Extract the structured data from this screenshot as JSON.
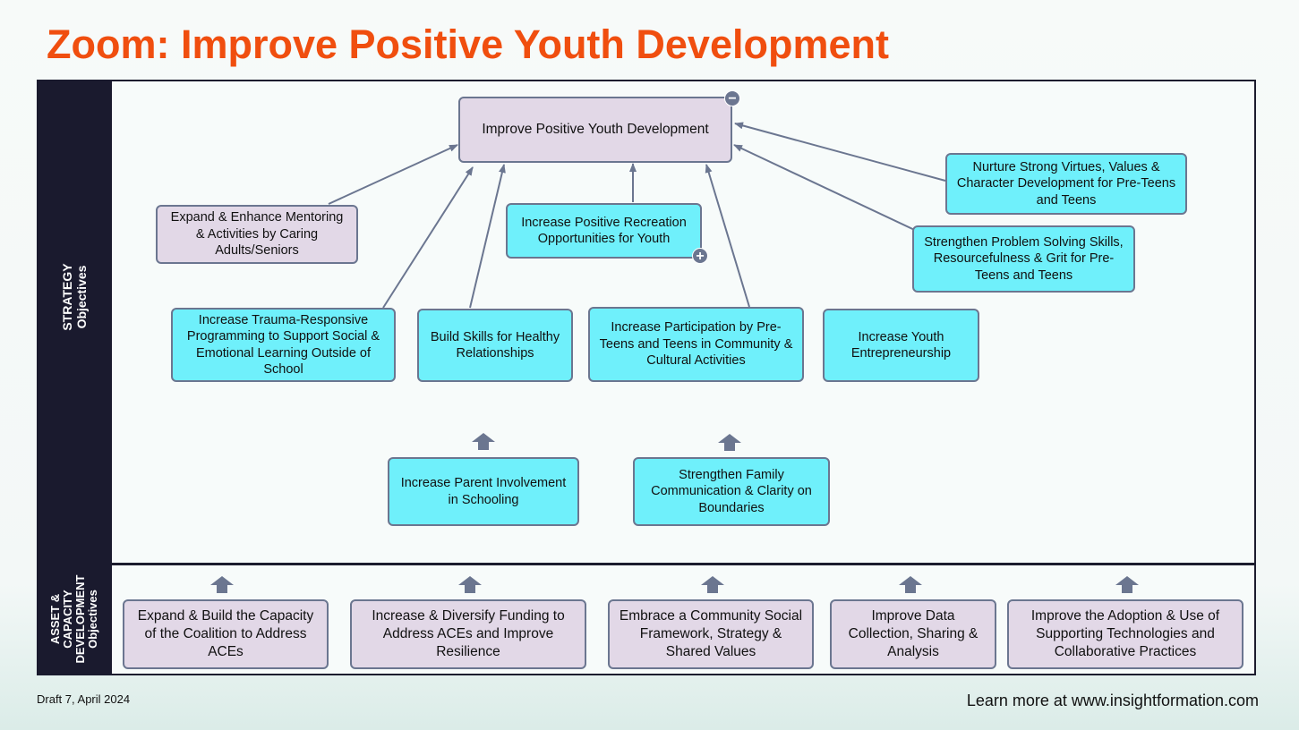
{
  "title": "Zoom: Improve Positive Youth Development",
  "sidebar": {
    "strategy_line1": "STRATEGY",
    "strategy_line2": "Objectives",
    "asset_line1": "ASSET &",
    "asset_line2": "CAPACITY",
    "asset_line3": "DEVELOPMENT",
    "asset_line4": "Objectives"
  },
  "strategy": {
    "root": "Improve Positive Youth Development",
    "mentoring": "Expand & Enhance Mentoring & Activities by Caring Adults/Seniors",
    "recreation": "Increase Positive Recreation Opportunities for Youth",
    "virtues": "Nurture Strong Virtues, Values & Character Development for Pre-Teens and Teens",
    "problem_solving": "Strengthen Problem Solving Skills, Resourcefulness & Grit for Pre-Teens and Teens",
    "trauma": "Increase Trauma-Responsive Programming to Support Social & Emotional Learning Outside of School",
    "skills": "Build Skills for Healthy Relationships",
    "participation": "Increase Participation by Pre-Teens and Teens in Community & Cultural Activities",
    "entrepreneurship": "Increase Youth Entrepreneurship",
    "parent": "Increase Parent Involvement in Schooling",
    "family": "Strengthen Family Communication & Clarity on Boundaries"
  },
  "asset": {
    "coalition": "Expand & Build the Capacity of the Coalition to Address ACEs",
    "funding": "Increase & Diversify Funding to Address ACEs and Improve Resilience",
    "framework": "Embrace a Community Social Framework, Strategy & Shared Values",
    "data": "Improve Data Collection, Sharing & Analysis",
    "technology": "Improve the Adoption & Use of Supporting Technologies and Collaborative Practices"
  },
  "badges": {
    "collapse": "−",
    "expand": "+"
  },
  "footer": {
    "draft": "Draft 7, April 2024",
    "link": "Learn more at www.insightformation.com"
  },
  "colors": {
    "title": "#f04e0f",
    "pink_box": "#e2d8e7",
    "cyan_box": "#6ff0fb",
    "border": "#6b7690",
    "sidebar": "#1a1a2e"
  }
}
